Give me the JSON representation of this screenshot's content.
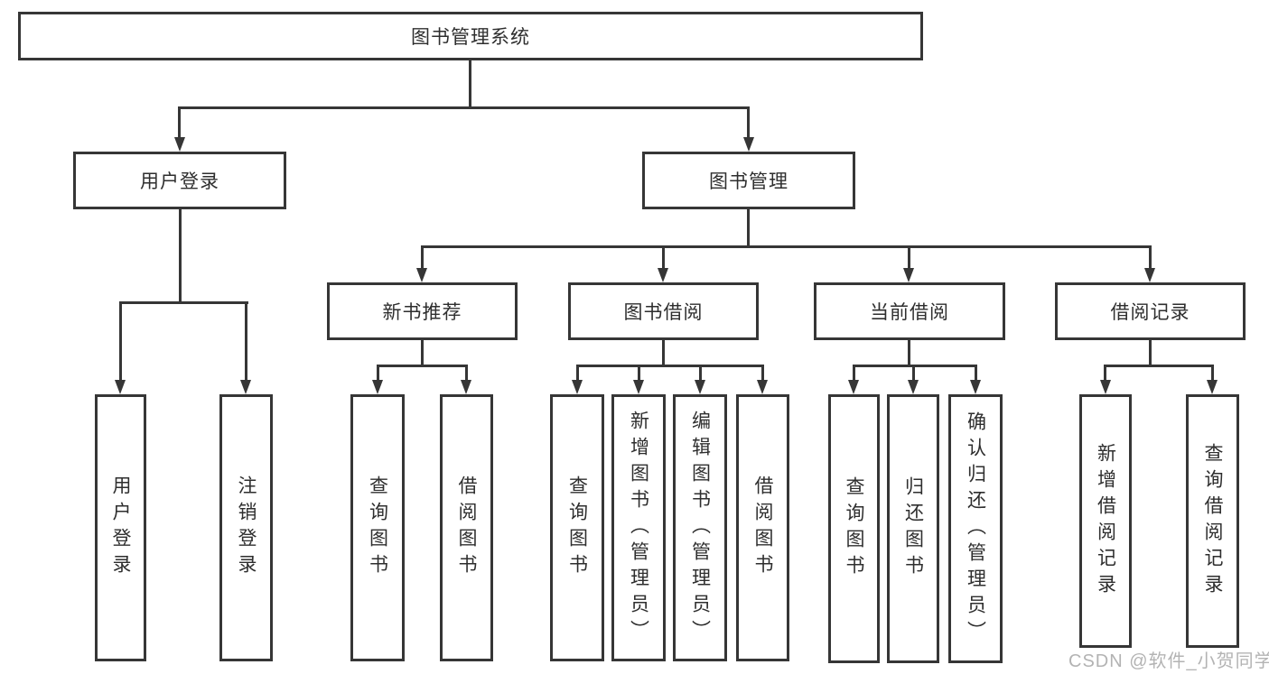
{
  "diagram_type": "functional-structure-tree",
  "tree": {
    "label": "图书管理系统",
    "children": [
      {
        "label": "用户登录",
        "children": [
          {
            "label": "用户登录"
          },
          {
            "label": "注销登录"
          }
        ]
      },
      {
        "label": "图书管理",
        "children": [
          {
            "label": "新书推荐",
            "children": [
              {
                "label": "查询图书"
              },
              {
                "label": "借阅图书"
              }
            ]
          },
          {
            "label": "图书借阅",
            "children": [
              {
                "label": "查询图书"
              },
              {
                "label": "新增图书（管理员）"
              },
              {
                "label": "编辑图书（管理员）"
              },
              {
                "label": "借阅图书"
              }
            ]
          },
          {
            "label": "当前借阅",
            "children": [
              {
                "label": "查询图书"
              },
              {
                "label": "归还图书"
              },
              {
                "label": "确认归还（管理员）"
              }
            ]
          },
          {
            "label": "借阅记录",
            "children": [
              {
                "label": "新增借阅记录"
              },
              {
                "label": "查询借阅记录"
              }
            ]
          }
        ]
      }
    ]
  },
  "watermark": {
    "text": "CSDN @软件_小贺同学"
  },
  "colors": {
    "line": "#363636",
    "box_border": "#363636",
    "box_fill": "#ffffff",
    "text": "#2e2e2e",
    "watermark": "#b3b3b3",
    "background": "#ffffff"
  }
}
